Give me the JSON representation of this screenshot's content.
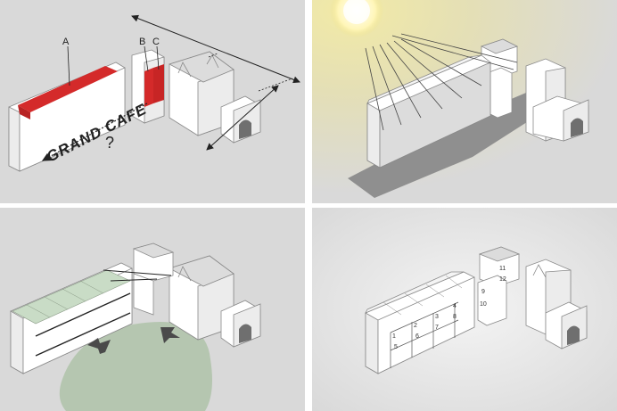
{
  "panels": [
    {
      "id": "existing",
      "background": "#d9d9d9",
      "labels": {
        "a": "A",
        "b": "B",
        "c": "C"
      },
      "facade_text": "GRAND CAFE",
      "question_mark": "?",
      "highlight_color": "#d42a2a"
    },
    {
      "id": "sun",
      "background": "#d9d9d9",
      "sun_color": "#fff6b8",
      "glow_color": "#e9e2a0"
    },
    {
      "id": "views",
      "background": "#d9d9d9",
      "glass_color": "#c9dcc6",
      "area_color": "#b5c6b0",
      "arrow_color": "#4a4a4a"
    },
    {
      "id": "numbered",
      "background": "#d9d9d9",
      "room_numbers": [
        "1",
        "2",
        "3",
        "4",
        "5",
        "6",
        "7",
        "8",
        "9",
        "10",
        "11",
        "12"
      ]
    }
  ]
}
